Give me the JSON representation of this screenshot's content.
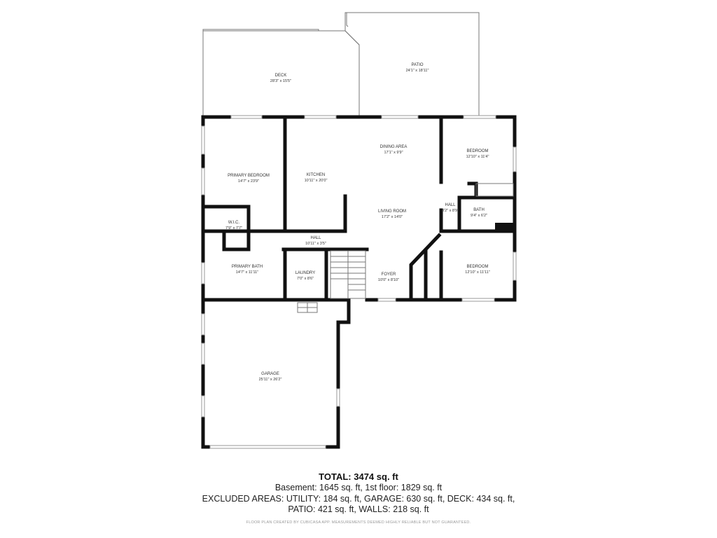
{
  "rooms": {
    "deck": {
      "name": "DECK",
      "size": "28'3\" x 15'5\""
    },
    "patio": {
      "name": "PATIO",
      "size": "24'1\" x 18'11\""
    },
    "dining": {
      "name": "DINING AREA",
      "size": "17'1\" x 9'9\""
    },
    "bedroom1": {
      "name": "BEDROOM",
      "size": "12'10\" x 11'4\""
    },
    "primary_bedroom": {
      "name": "PRIMARY BEDROOM",
      "size": "14'7\" x 23'9\""
    },
    "kitchen": {
      "name": "KITCHEN",
      "size": "10'11\" x 20'0\""
    },
    "hall_right": {
      "name": "HALL",
      "size": "3'2\" x 8'9\""
    },
    "bath": {
      "name": "BATH",
      "size": "9'4\" x 6'2\""
    },
    "living": {
      "name": "LIVING ROOM",
      "size": "17'2\" x 14'0\""
    },
    "wic": {
      "name": "W.I.C.",
      "size": "7'9\" x 7'7\""
    },
    "hall_center": {
      "name": "HALL",
      "size": "10'11\" x 3'5\""
    },
    "primary_bath": {
      "name": "PRIMARY BATH",
      "size": "14'7\" x 11'11\""
    },
    "laundry": {
      "name": "LAUNDRY",
      "size": "7'0\" x 8'6\""
    },
    "foyer": {
      "name": "FOYER",
      "size": "10'0\" x 8'10\""
    },
    "bedroom2": {
      "name": "BEDROOM",
      "size": "12'10\" x 11'11\""
    },
    "garage": {
      "name": "GARAGE",
      "size": "25'11\" x 26'2\""
    }
  },
  "summary": {
    "total": "TOTAL: 3474 sq. ft",
    "line1": "Basement: 1645 sq. ft, 1st floor: 1829 sq. ft",
    "line2": "EXCLUDED AREAS: UTILITY: 184 sq. ft, GARAGE: 630 sq. ft, DECK: 434 sq. ft,",
    "line3": "PATIO: 421 sq. ft, WALLS: 218 sq. ft",
    "credit": "FLOOR PLAN CREATED BY CUBICASA APP. MEASUREMENTS DEEMED HIGHLY RELIABLE BUT NOT GUARANTEED."
  }
}
